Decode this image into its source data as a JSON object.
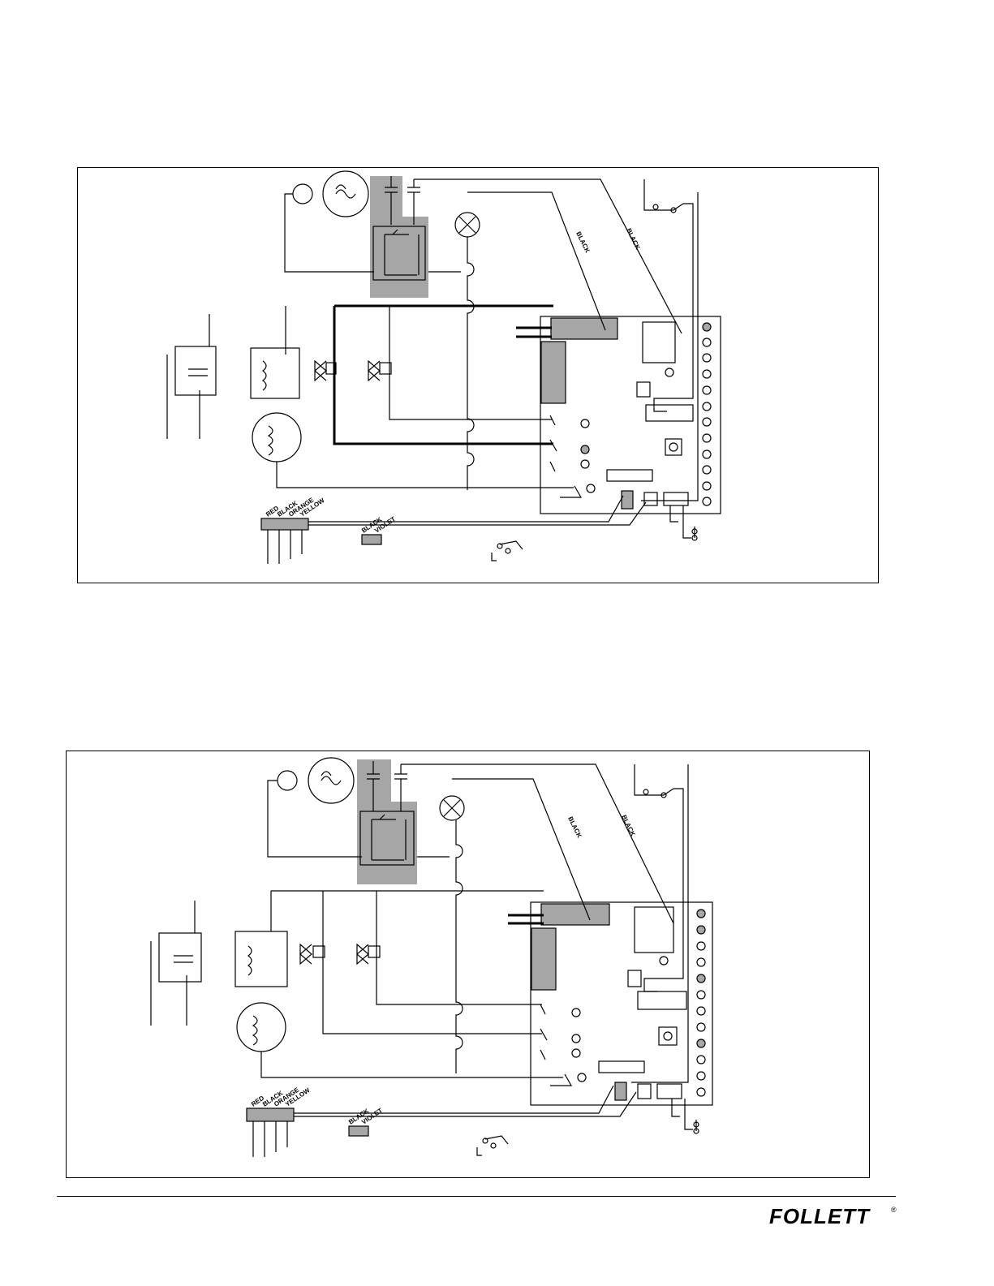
{
  "diagrams": [
    {
      "wire_labels": {
        "black_1": "BLACK",
        "black_2": "BLACK",
        "harness": [
          "RED",
          "BLACK",
          "ORANGE",
          "YELLOW"
        ],
        "harness_2": [
          "BLACK",
          "VIOLET"
        ]
      }
    },
    {
      "wire_labels": {
        "black_1": "BLACK",
        "black_2": "BLACK",
        "harness": [
          "RED",
          "BLACK",
          "ORANGE",
          "YELLOW"
        ],
        "harness_2": [
          "BLACK",
          "VIOLET"
        ]
      }
    }
  ],
  "footer": {
    "brand": "FOLLETT",
    "brand_mark": "®"
  },
  "colors": {
    "line": "#000000",
    "highlight": "#a6a6a6"
  }
}
